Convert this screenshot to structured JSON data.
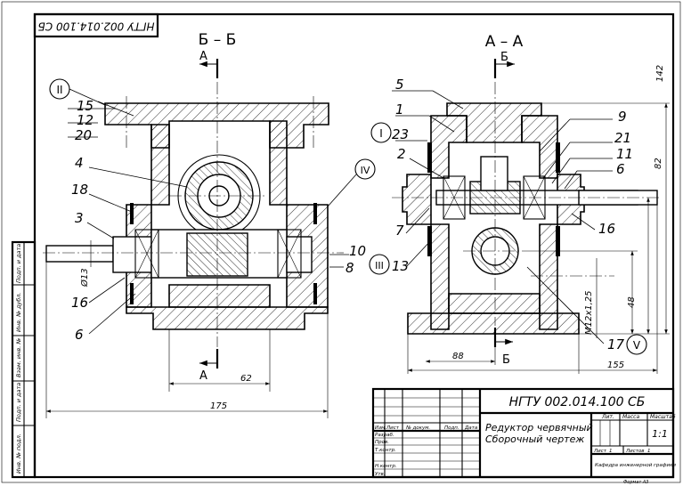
{
  "doc_code_mirrored": "НГТУ 002.014.100 СБ",
  "section_bb_title": "Б – Б",
  "section_aa_title": "А – А",
  "cut_a": "А",
  "cut_b": "Б",
  "views": {
    "left_labels": [
      "15",
      "12",
      "20",
      "4",
      "18",
      "3",
      "16",
      "6"
    ],
    "left_right_labels": [
      "10",
      "8"
    ],
    "right_labels": [
      "5",
      "1",
      "23",
      "2",
      "7",
      "13"
    ],
    "right_side_labels": [
      "9",
      "21",
      "11",
      "6",
      "16",
      "17"
    ],
    "roman": [
      "II",
      "IV",
      "I",
      "III",
      "V"
    ],
    "phi_label": "Ø13",
    "thread_label": "М12х1,25"
  },
  "dims": {
    "d62": "62",
    "d175": "175",
    "d88": "88",
    "d155": "155",
    "d142": "142",
    "d82": "82",
    "d48": "48"
  },
  "side_stamp": [
    "Подп. и дата",
    "Инв. № дубл.",
    "Взам. инв. №",
    "Подп. и дата",
    "Инв. № подл."
  ],
  "title_block": {
    "designation": "НГТУ 002.014.100 СБ",
    "name_line1": "Редуктор червячный",
    "name_line2": "Сборочный чертеж",
    "col_headers": [
      "Изм.",
      "Лист",
      "№ докум.",
      "Подп.",
      "Дата"
    ],
    "roles": [
      "Разраб.",
      "Пров.",
      "Т.контр.",
      "",
      "Н.контр.",
      "Утв."
    ],
    "lit_header": "Лит.",
    "mass_header": "Масса",
    "scale_header": "Масштаб",
    "scale_value": "1:1",
    "sheet_label": "Лист",
    "sheet_value": "1",
    "sheets_label": "Листов",
    "sheets_value": "1",
    "org": "Кафедра инженерной графики",
    "format_label": "Формат А3"
  }
}
